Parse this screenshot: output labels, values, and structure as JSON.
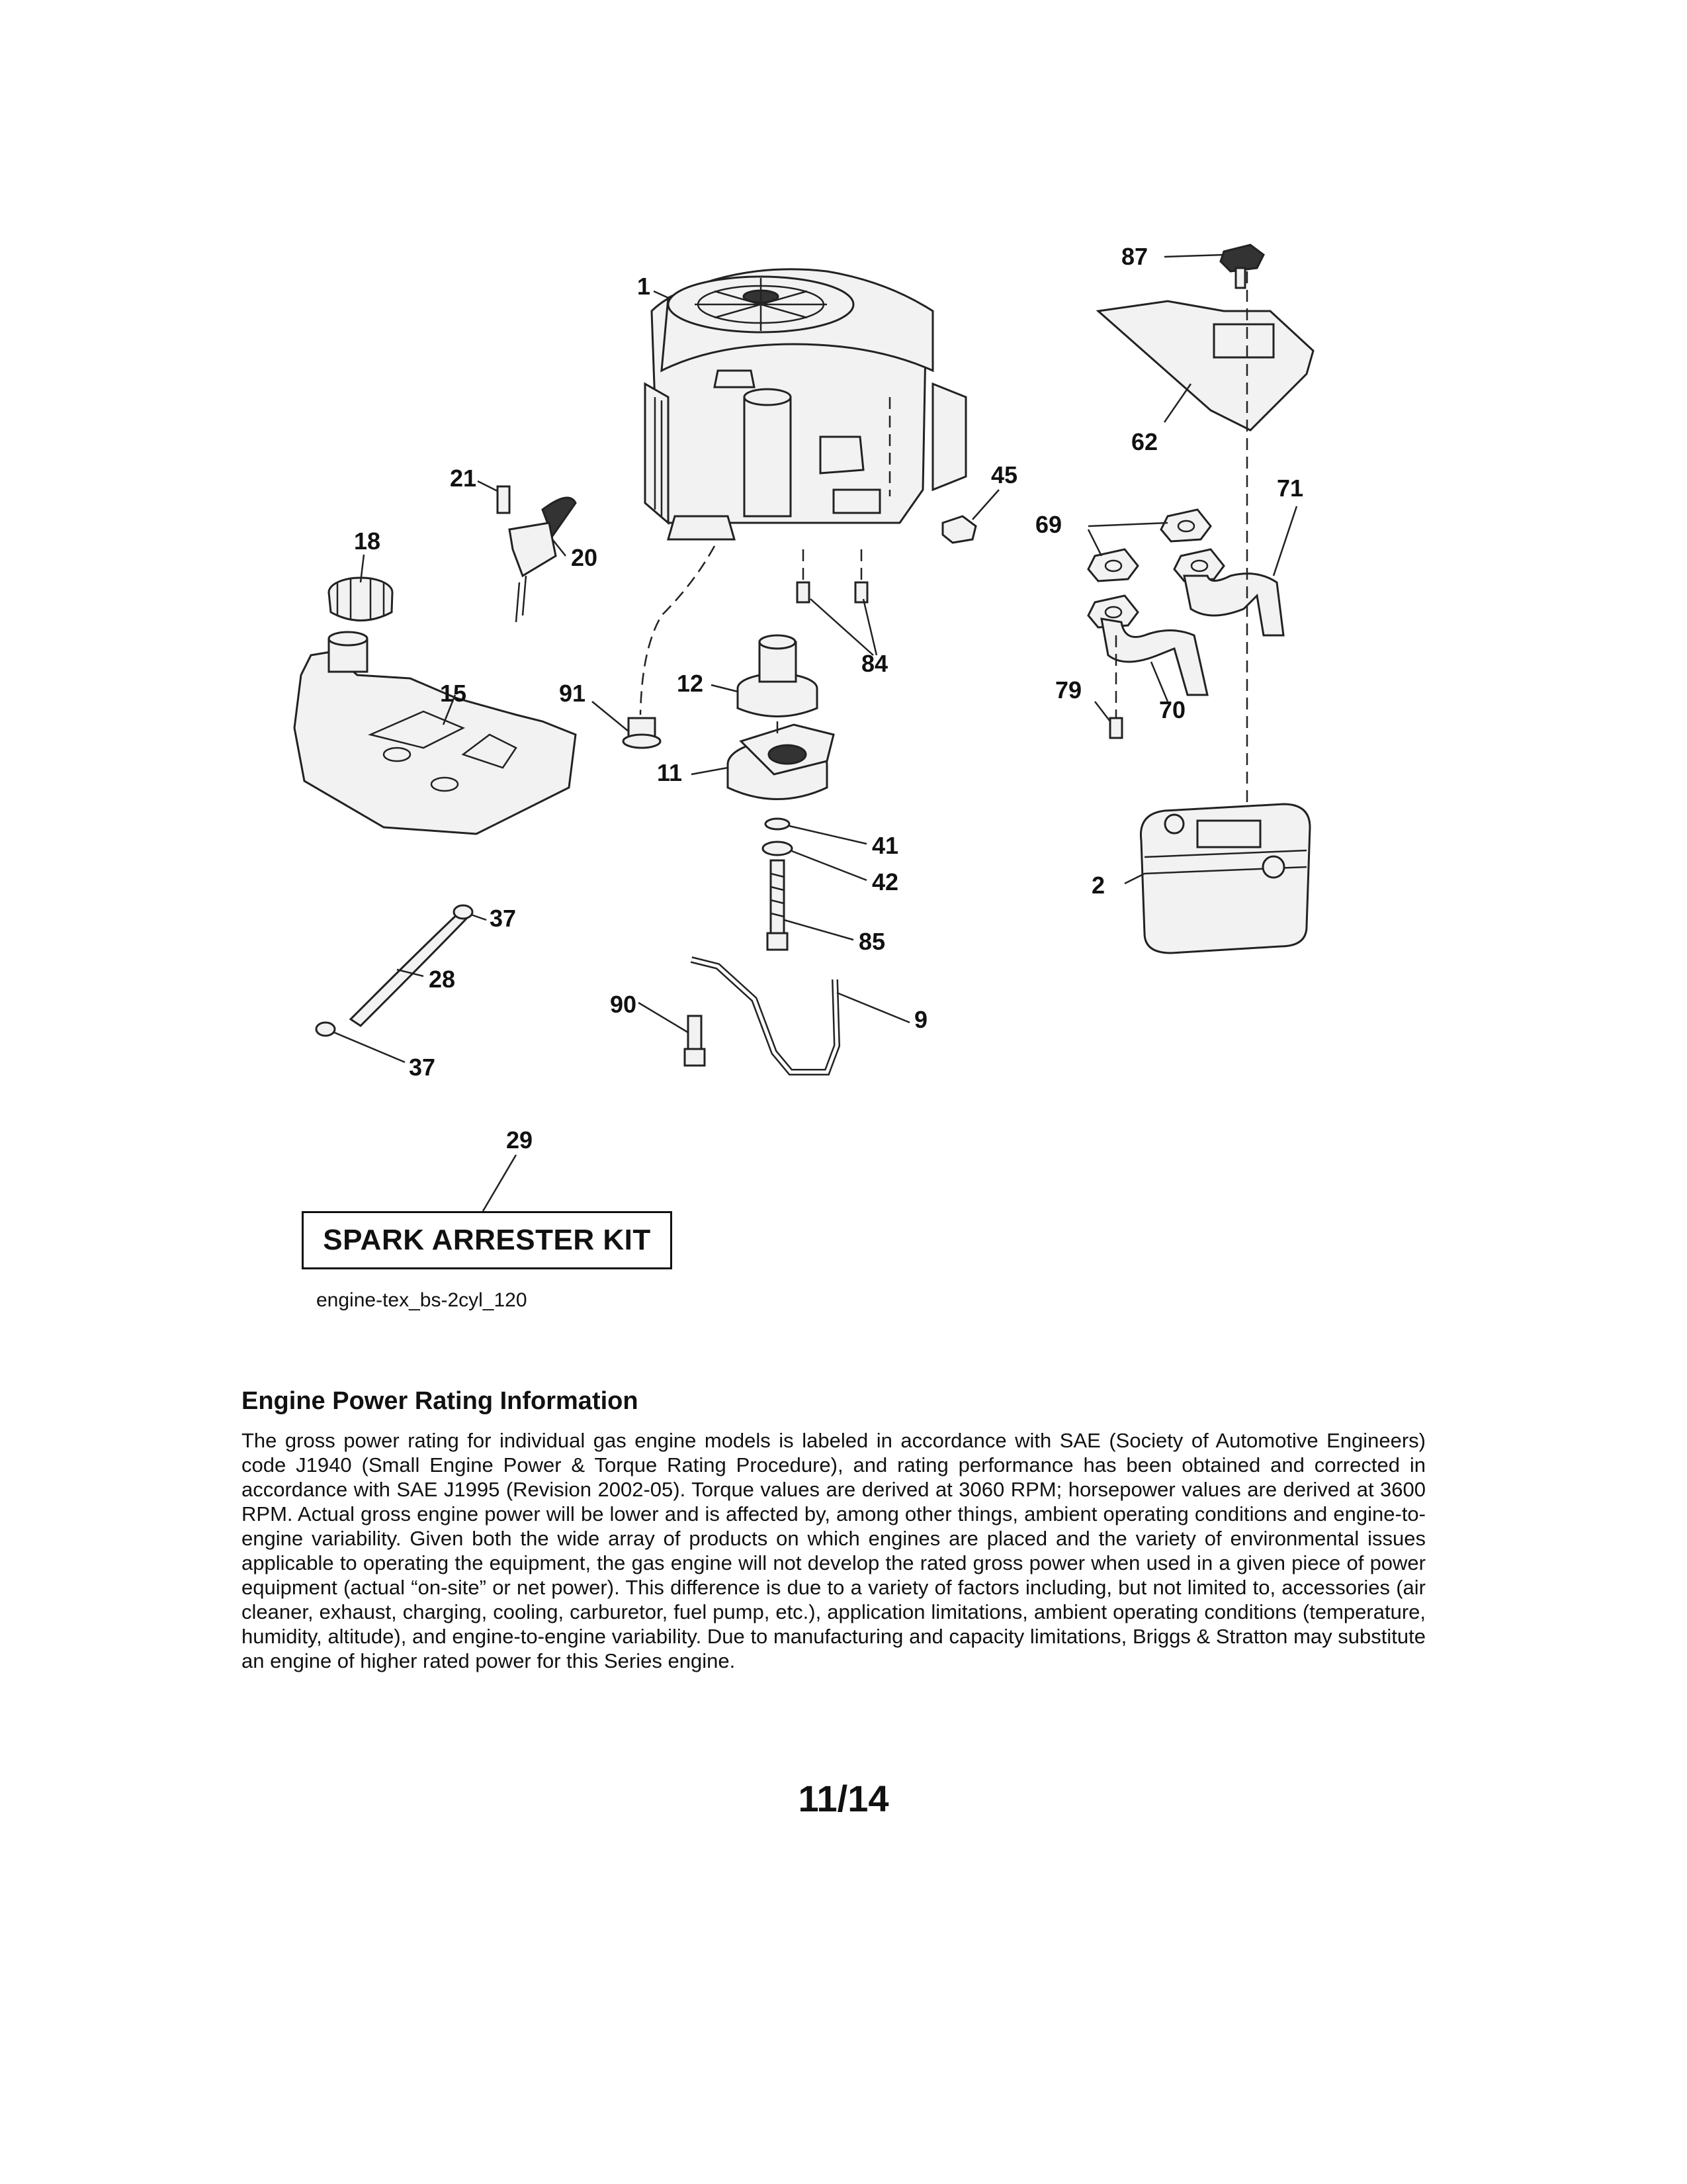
{
  "callouts": {
    "c1": "1",
    "c87": "87",
    "c62": "62",
    "c45": "45",
    "c71": "71",
    "c21": "21",
    "c20": "20",
    "c18": "18",
    "c69": "69",
    "c84": "84",
    "c15": "15",
    "c91": "91",
    "c12": "12",
    "c79": "79",
    "c70": "70",
    "c11": "11",
    "c41": "41",
    "c42": "42",
    "c2": "2",
    "c37a": "37",
    "c28": "28",
    "c85": "85",
    "c90": "90",
    "c9": "9",
    "c37b": "37",
    "c29": "29"
  },
  "kit_label": "SPARK ARRESTER KIT",
  "diagram_code": "engine-tex_bs-2cyl_120",
  "section": {
    "heading": "Engine Power Rating Information",
    "body": "The gross power rating for individual gas engine models is labeled in accordance with SAE (Society of Automotive Engineers) code J1940 (Small Engine Power & Torque Rating Procedure), and rating performance has been obtained and corrected in accordance with SAE J1995 (Revision 2002-05). Torque values are derived at 3060 RPM; horsepower values are derived at 3600 RPM. Actual gross engine power will be lower and is affected by, among other things, ambient operating conditions and engine-to-engine variability. Given both the wide array of products on which engines are placed and the variety of environmental issues applicable to operating the equipment, the gas engine will not develop the rated gross power when used in a given piece of power equipment (actual “on-site” or net power). This difference is due to a variety of factors including, but not limited to, accessories (air cleaner, exhaust, charging, cooling, carburetor, fuel pump, etc.), application limitations, ambient operating conditions (temperature, humidity, altitude), and engine-to-engine variability. Due to manufacturing and capacity limitations, Briggs & Stratton may substitute an engine of higher rated power for this Series engine."
  },
  "page_number": "11/14"
}
